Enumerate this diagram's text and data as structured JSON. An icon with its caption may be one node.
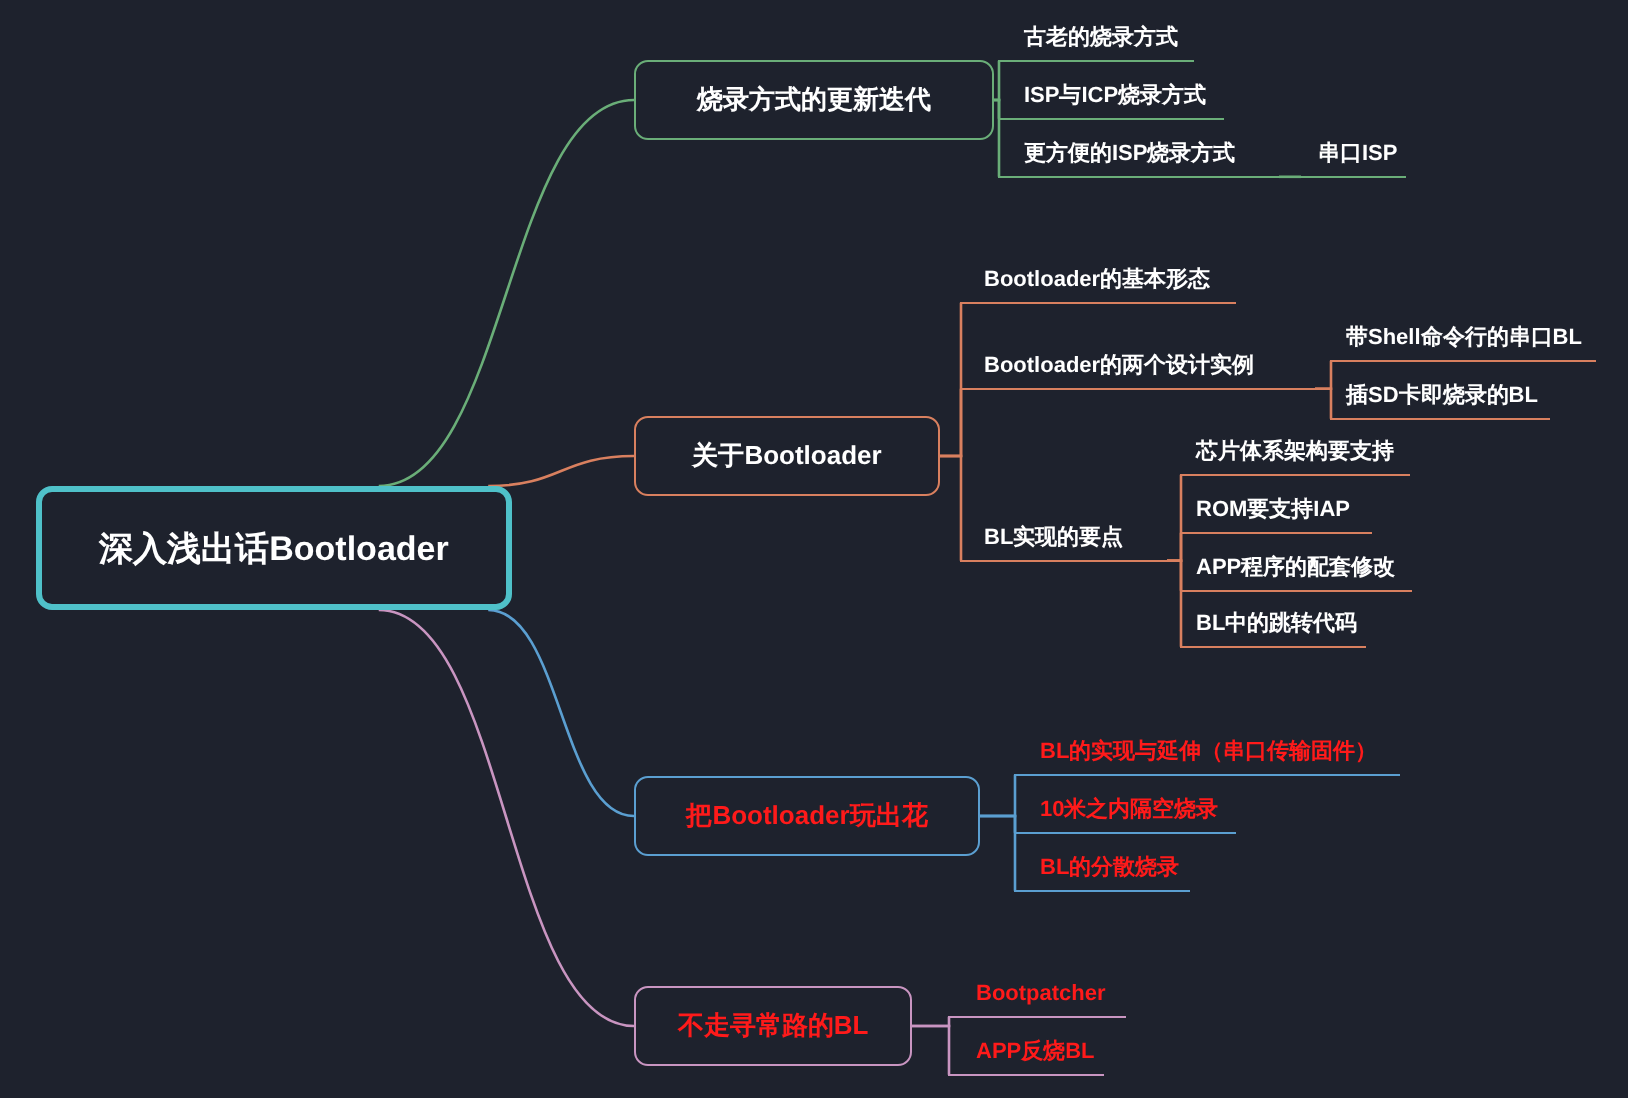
{
  "diagram": {
    "nodes": [
      {
        "text": [
          "深入浅出话Bootloader"
        ]
      },
      {
        "text": [
          "烧录方式的更新迭代"
        ]
      },
      {
        "text": [
          "古老的烧录方式"
        ]
      },
      {
        "text": [
          "ISP与ICP烧录方式"
        ]
      },
      {
        "text": [
          "更方便的ISP烧录方式"
        ]
      },
      {
        "text": [
          "串口ISP"
        ]
      },
      {
        "text": [
          "关于Bootloader"
        ]
      },
      {
        "text": [
          "Bootloader的基本形态"
        ]
      },
      {
        "text": [
          "Bootloader的两个设计实例"
        ]
      },
      {
        "text": [
          "带Shell命令行的串口BL"
        ]
      },
      {
        "text": [
          "插SD卡即烧录的BL"
        ]
      },
      {
        "text": [
          "BL实现的要点"
        ]
      },
      {
        "text": [
          "芯片体系架构要支持"
        ]
      },
      {
        "text": [
          "ROM要支持IAP"
        ]
      },
      {
        "text": [
          "APP程序的配套修改"
        ]
      },
      {
        "text": [
          "BL中的跳转代码"
        ]
      },
      {
        "text": [
          "把Bootloader玩出花"
        ]
      },
      {
        "text": [
          "BL的实现与延伸（串口传输固件）"
        ]
      },
      {
        "text": [
          "10米之内隔空烧录"
        ]
      },
      {
        "text": [
          "BL的分散烧录"
        ]
      },
      {
        "text": [
          "不走寻常路的BL"
        ]
      },
      {
        "text": [
          "Bootpatcher"
        ]
      },
      {
        "text": [
          "APP反烧BL"
        ]
      }
    ],
    "edges": [
      {
        "from": 0,
        "to": 1,
        "arrow": "none",
        "color": "#6aae78"
      },
      {
        "from": 1,
        "to": 2,
        "arrow": "none",
        "color": "#6aae78"
      },
      {
        "from": 1,
        "to": 3,
        "arrow": "none",
        "color": "#6aae78"
      },
      {
        "from": 1,
        "to": 4,
        "arrow": "none",
        "color": "#6aae78"
      },
      {
        "from": 4,
        "to": 5,
        "arrow": "none",
        "color": "#6aae78"
      },
      {
        "from": 0,
        "to": 6,
        "arrow": "none",
        "color": "#d9805f"
      },
      {
        "from": 6,
        "to": 7,
        "arrow": "none",
        "color": "#d9805f"
      },
      {
        "from": 6,
        "to": 8,
        "arrow": "none",
        "color": "#d9805f"
      },
      {
        "from": 8,
        "to": 9,
        "arrow": "none",
        "color": "#d9805f"
      },
      {
        "from": 8,
        "to": 10,
        "arrow": "none",
        "color": "#d9805f"
      },
      {
        "from": 6,
        "to": 11,
        "arrow": "none",
        "color": "#d9805f"
      },
      {
        "from": 11,
        "to": 12,
        "arrow": "none",
        "color": "#d9805f"
      },
      {
        "from": 11,
        "to": 13,
        "arrow": "none",
        "color": "#d9805f"
      },
      {
        "from": 11,
        "to": 14,
        "arrow": "none",
        "color": "#d9805f"
      },
      {
        "from": 11,
        "to": 15,
        "arrow": "none",
        "color": "#d9805f"
      },
      {
        "from": 0,
        "to": 16,
        "arrow": "none",
        "color": "#5b9fd1"
      },
      {
        "from": 16,
        "to": 17,
        "arrow": "none",
        "color": "#5b9fd1"
      },
      {
        "from": 16,
        "to": 18,
        "arrow": "none",
        "color": "#5b9fd1"
      },
      {
        "from": 16,
        "to": 19,
        "arrow": "none",
        "color": "#5b9fd1"
      },
      {
        "from": 0,
        "to": 20,
        "arrow": "none",
        "color": "#c995c1"
      },
      {
        "from": 20,
        "to": 21,
        "arrow": "none",
        "color": "#c995c1"
      },
      {
        "from": 20,
        "to": 22,
        "arrow": "none",
        "color": "#c995c1"
      }
    ]
  }
}
